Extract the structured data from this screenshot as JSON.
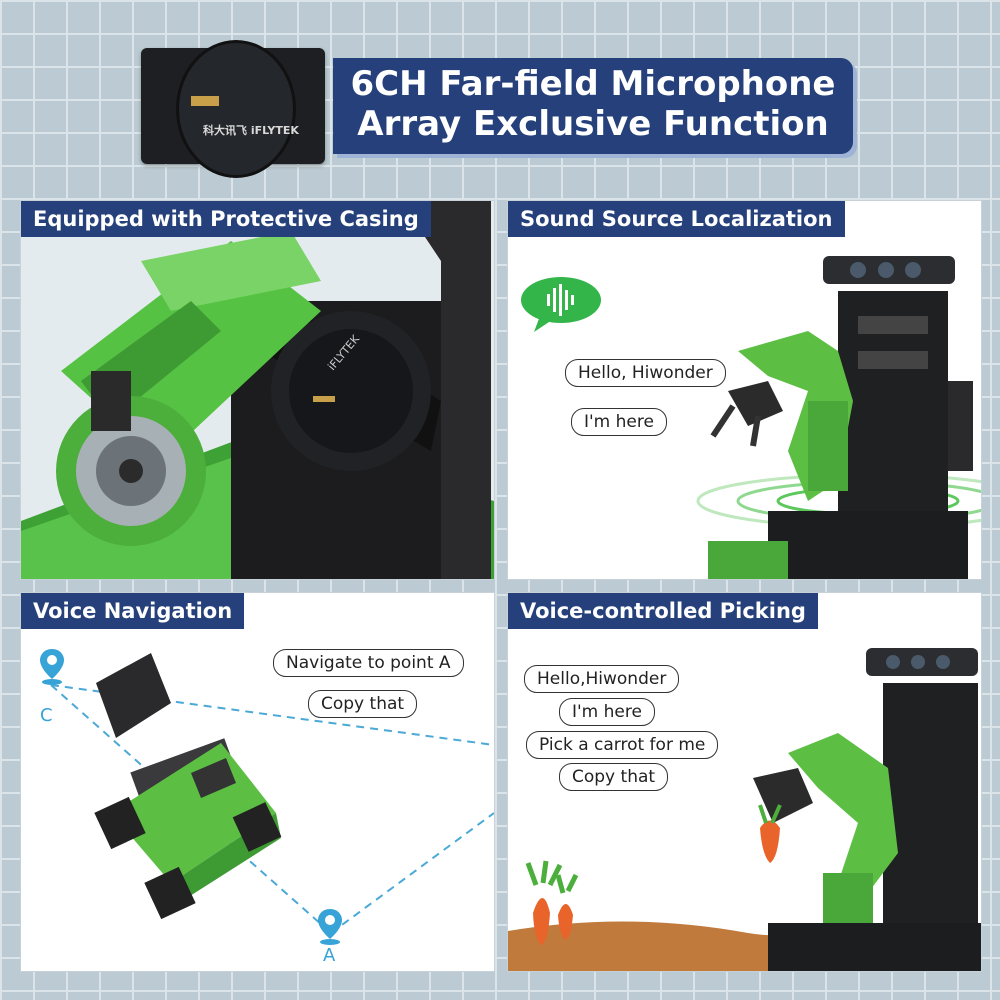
{
  "header": {
    "title_line1": "6CH Far-field Microphone",
    "title_line2": "Array Exclusive Function",
    "mic_brand": "科大讯飞 iFLYTEK"
  },
  "panels": {
    "casing": {
      "label": "Equipped with Protective Casing"
    },
    "localization": {
      "label": "Sound Source Localization",
      "bubble1": "Hello, Hiwonder",
      "bubble2": "I'm here"
    },
    "navigation": {
      "label": "Voice Navigation",
      "bubble1": "Navigate to point A",
      "bubble2": "Copy that",
      "point_c": "C",
      "point_a": "A"
    },
    "picking": {
      "label": "Voice-controlled Picking",
      "bubble1": "Hello,Hiwonder",
      "bubble2": "I'm here",
      "bubble3": "Pick a carrot for me",
      "bubble4": "Copy that"
    }
  },
  "colors": {
    "accent_blue": "#25407a",
    "robot_green": "#4caf3c",
    "wave_green": "#3bbf3b",
    "carrot_orange": "#e8642a",
    "path_cyan": "#4aa9d6"
  }
}
